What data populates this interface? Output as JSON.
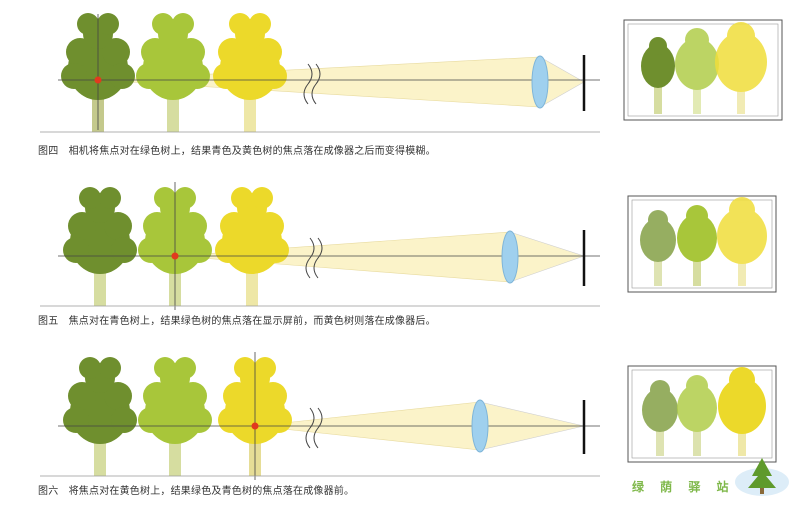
{
  "panels": [
    {
      "caption": "图四　相机将焦点对在绿色树上，结果青色及黄色树的焦点落在成像器之后而变得模糊。",
      "focus_tree": "dark-green"
    },
    {
      "caption": "图五　焦点对在青色树上，结果绿色树的焦点落在显示屏前，而黄色树则落在成像器后。",
      "focus_tree": "light-green"
    },
    {
      "caption": "图六　将焦点对在黄色树上，结果绿色及青色树的焦点落在成像器前。",
      "focus_tree": "yellow"
    }
  ],
  "colors": {
    "dark_green_tree": "#6f8f2e",
    "light_green_tree": "#a8c63a",
    "yellow_tree": "#ecd92a",
    "light_cone": "#fbf3c9",
    "lens": "#9fd0ee",
    "focus_dot": "#e23a1e"
  },
  "watermark": {
    "text": "绿 荫 驿 站"
  }
}
